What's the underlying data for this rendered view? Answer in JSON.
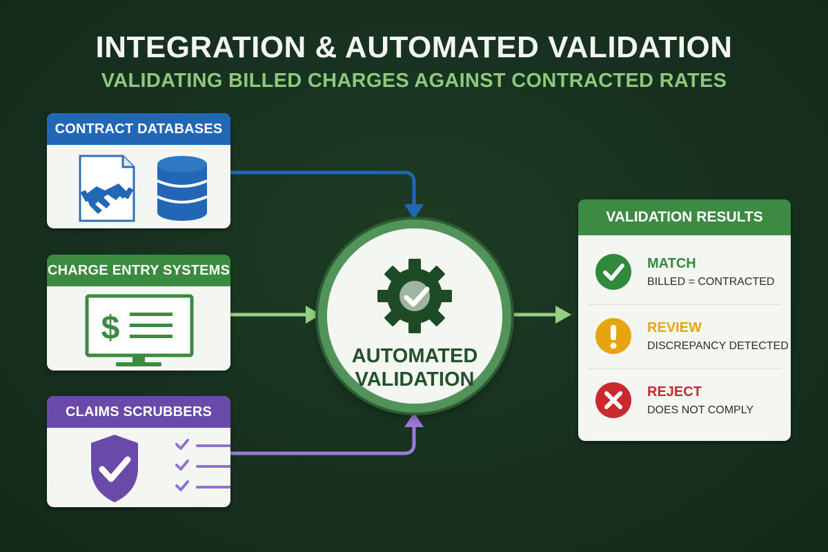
{
  "title": "INTEGRATION & AUTOMATED VALIDATION",
  "subtitle": "VALIDATING BILLED CHARGES AGAINST CONTRACTED RATES",
  "sources": [
    {
      "label": "CONTRACT DATABASES",
      "color": "#2167b5",
      "icons": [
        "contract-document-icon",
        "database-icon"
      ]
    },
    {
      "label": "CHARGE ENTRY SYSTEMS",
      "color": "#3a8a3f",
      "icons": [
        "dollar-monitor-icon"
      ]
    },
    {
      "label": "CLAIMS SCRUBBERS",
      "color": "#6a4aa8",
      "icons": [
        "shield-check-icon",
        "checklist-icon"
      ]
    }
  ],
  "hub": {
    "label_line1": "AUTOMATED",
    "label_line2": "VALIDATION",
    "icon": "gear-check-icon"
  },
  "results": {
    "header": "VALIDATION RESULTS",
    "items": [
      {
        "title": "MATCH",
        "description": "BILLED = CONTRACTED",
        "color": "#2f8a3c",
        "icon": "check-circle-icon"
      },
      {
        "title": "REVIEW",
        "description": "DISCREPANCY DETECTED",
        "color": "#e6a50f",
        "icon": "exclamation-circle-icon"
      },
      {
        "title": "REJECT",
        "description": "DOES NOT COMPLY",
        "color": "#c92a2e",
        "icon": "x-circle-icon"
      }
    ]
  },
  "connector_colors": {
    "contract": "#2167b5",
    "charge": "#96cf85",
    "claims": "#9b7bd6",
    "output": "#96cf85"
  }
}
